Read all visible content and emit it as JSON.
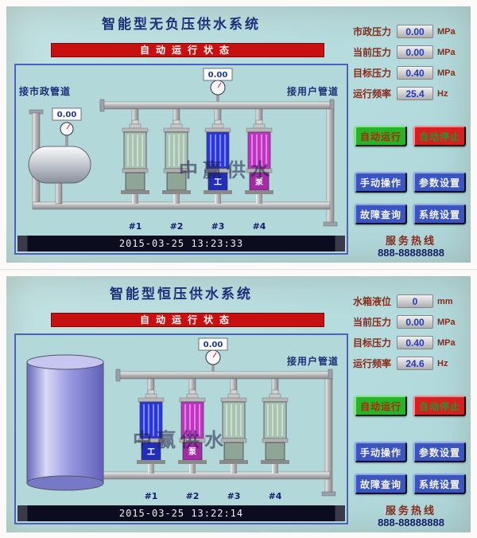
{
  "colors": {
    "screen_bg": "#b7dde0",
    "title_text": "#1b2f7a",
    "banner_bg": "#c90f0f",
    "readout_label": "#8a2a1a",
    "readout_value": "#2438c8",
    "btn_green": "#25b425",
    "btn_red": "#d81f1f",
    "btn_blue": "#3a55c2",
    "pump_silver": "#a9c3b2",
    "pump_blue": "#2836dc",
    "pump_magenta": "#c232c4"
  },
  "panels": [
    {
      "title": "智能型无负压供水系统",
      "status_banner": "自动运行状态",
      "readouts": [
        {
          "label": "市政压力",
          "value": "0.00",
          "unit": "MPa"
        },
        {
          "label": "当前压力",
          "value": "0.00",
          "unit": "MPa"
        },
        {
          "label": "目标压力",
          "value": "0.40",
          "unit": "MPa"
        },
        {
          "label": "运行频率",
          "value": "25.4",
          "unit": "Hz"
        }
      ],
      "buttons": [
        "自动运行",
        "自动停止",
        "手动操作",
        "参数设置",
        "故障查询",
        "系统设置"
      ],
      "hotline_label": "服务热线",
      "hotline_number": "888-88888888",
      "diagram": {
        "left_pipe_label": "接市政管道",
        "right_pipe_label": "接用户管道",
        "tank_gauge_value": "0.00",
        "main_gauge_value": "0.00",
        "watermark": "中赢供水",
        "pumps": [
          {
            "label": "#1",
            "color": "#a9c3b2",
            "badge": ""
          },
          {
            "label": "#2",
            "color": "#a9c3b2",
            "badge": ""
          },
          {
            "label": "#3",
            "color": "#2836dc",
            "badge": "工"
          },
          {
            "label": "#4",
            "color": "#c232c4",
            "badge": "泵"
          }
        ],
        "timestamp": "2015-03-25 13:23:33"
      }
    },
    {
      "title": "智能型恒压供水系统",
      "status_banner": "自动运行状态",
      "readouts": [
        {
          "label": "水箱液位",
          "value": "0",
          "unit": "mm"
        },
        {
          "label": "当前压力",
          "value": "0.00",
          "unit": "MPa"
        },
        {
          "label": "目标压力",
          "value": "0.40",
          "unit": "MPa"
        },
        {
          "label": "运行频率",
          "value": "24.6",
          "unit": "Hz"
        }
      ],
      "buttons": [
        "自动运行",
        "自动停止",
        "手动操作",
        "参数设置",
        "故障查询",
        "系统设置"
      ],
      "hotline_label": "服务热线",
      "hotline_number": "888-88888888",
      "diagram": {
        "right_pipe_label": "接用户管道",
        "main_gauge_value": "0.00",
        "watermark": "中赢供水",
        "pumps": [
          {
            "label": "#1",
            "color": "#2836dc",
            "badge": "工"
          },
          {
            "label": "#2",
            "color": "#c232c4",
            "badge": "泵"
          },
          {
            "label": "#3",
            "color": "#a9c3b2",
            "badge": ""
          },
          {
            "label": "#4",
            "color": "#a9c3b2",
            "badge": ""
          }
        ],
        "timestamp": "2015-03-25 13:22:14"
      }
    }
  ]
}
